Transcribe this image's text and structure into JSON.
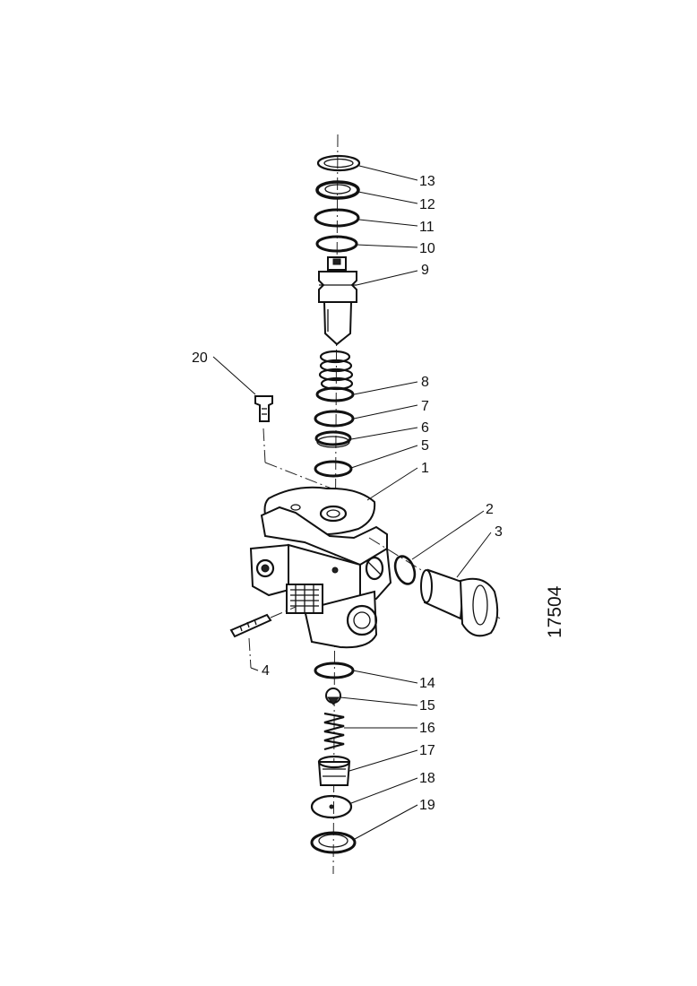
{
  "figure_number": "17504",
  "labels": [
    "1",
    "2",
    "3",
    "4",
    "5",
    "6",
    "7",
    "8",
    "9",
    "10",
    "11",
    "12",
    "13",
    "14",
    "15",
    "16",
    "17",
    "18",
    "19",
    "20"
  ]
}
